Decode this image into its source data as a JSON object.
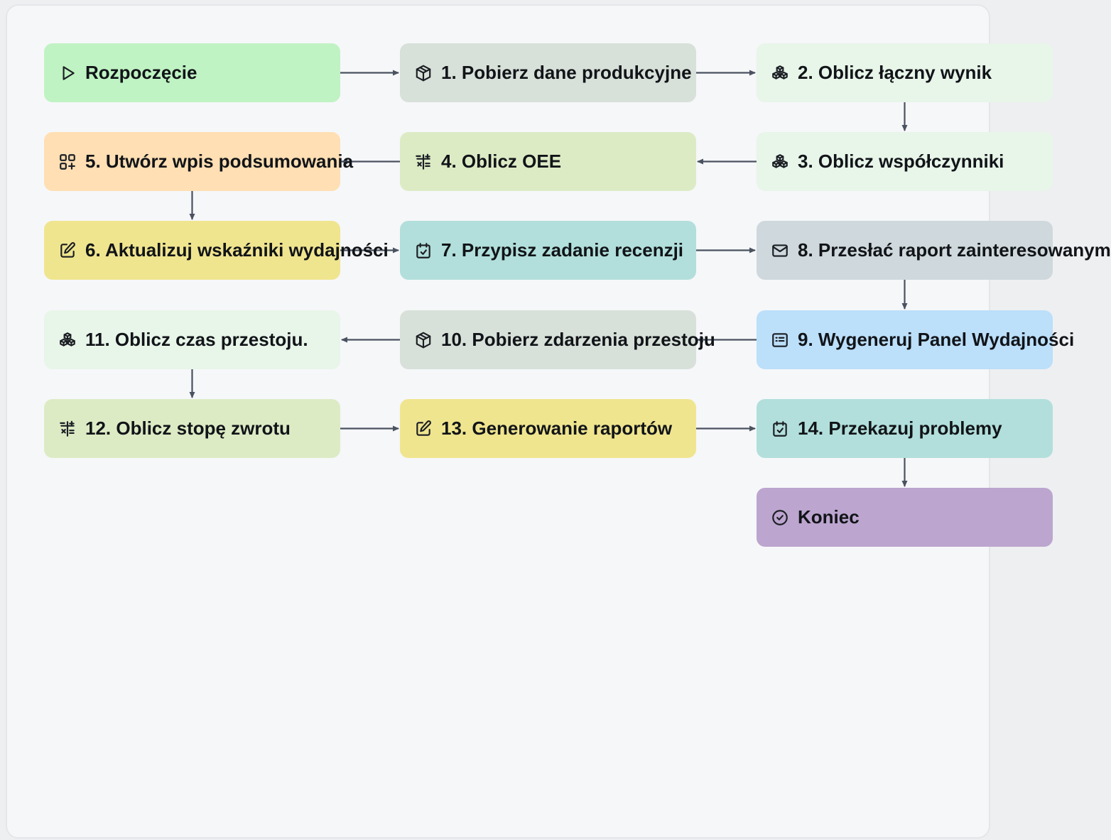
{
  "diagram": {
    "nodes": [
      {
        "id": "start",
        "label": "Rozpoczęcie",
        "icon": "play-icon",
        "color": "#c0f3c3"
      },
      {
        "id": "n1",
        "label": "1. Pobierz dane produkcyjne",
        "icon": "package-icon",
        "color": "#d8e1d9"
      },
      {
        "id": "n2",
        "label": "2. Oblicz łączny wynik",
        "icon": "boxes-icon",
        "color": "#e8f5e9"
      },
      {
        "id": "n3",
        "label": "3. Oblicz współczynniki",
        "icon": "boxes-icon",
        "color": "#e8f5e9"
      },
      {
        "id": "n4",
        "label": "4. Oblicz OEE",
        "icon": "calculator-icon",
        "color": "#ddebc5"
      },
      {
        "id": "n5",
        "label": "5. Utwórz wpis podsumowania",
        "icon": "layout-plus-icon",
        "color": "#ffdfb3"
      },
      {
        "id": "n6",
        "label": "6. Aktualizuj wskaźniki wydajności",
        "icon": "edit-icon",
        "color": "#f0e58f"
      },
      {
        "id": "n7",
        "label": "7. Przypisz zadanie recenzji",
        "icon": "calendar-check-icon",
        "color": "#b2dfdb"
      },
      {
        "id": "n8",
        "label": "8. Przesłać raport zainteresowanym",
        "icon": "mail-icon",
        "color": "#cfd8dc"
      },
      {
        "id": "n9",
        "label": "9. Wygeneruj Panel Wydajności",
        "icon": "list-card-icon",
        "color": "#bcdffa"
      },
      {
        "id": "n10",
        "label": "10. Pobierz zdarzenia przestoju",
        "icon": "package-icon",
        "color": "#d8e1d9"
      },
      {
        "id": "n11",
        "label": "11. Oblicz czas przestoju.",
        "icon": "boxes-icon",
        "color": "#e8f5e9"
      },
      {
        "id": "n12",
        "label": "12. Oblicz stopę zwrotu",
        "icon": "calculator-icon",
        "color": "#ddebc5"
      },
      {
        "id": "n13",
        "label": "13. Generowanie raportów",
        "icon": "edit-icon",
        "color": "#f0e58f"
      },
      {
        "id": "n14",
        "label": "14. Przekazuj problemy",
        "icon": "calendar-check-icon",
        "color": "#b2dfdb"
      },
      {
        "id": "end",
        "label": "Koniec",
        "icon": "check-circle-icon",
        "color": "#bca5cf"
      }
    ],
    "edges": [
      [
        "start",
        "n1"
      ],
      [
        "n1",
        "n2"
      ],
      [
        "n2",
        "n3"
      ],
      [
        "n3",
        "n4"
      ],
      [
        "n4",
        "n5"
      ],
      [
        "n5",
        "n6"
      ],
      [
        "n6",
        "n7"
      ],
      [
        "n7",
        "n8"
      ],
      [
        "n8",
        "n9"
      ],
      [
        "n9",
        "n10"
      ],
      [
        "n10",
        "n11"
      ],
      [
        "n11",
        "n12"
      ],
      [
        "n12",
        "n13"
      ],
      [
        "n13",
        "n14"
      ],
      [
        "n14",
        "end"
      ]
    ],
    "edge_color": "#4a5260"
  }
}
